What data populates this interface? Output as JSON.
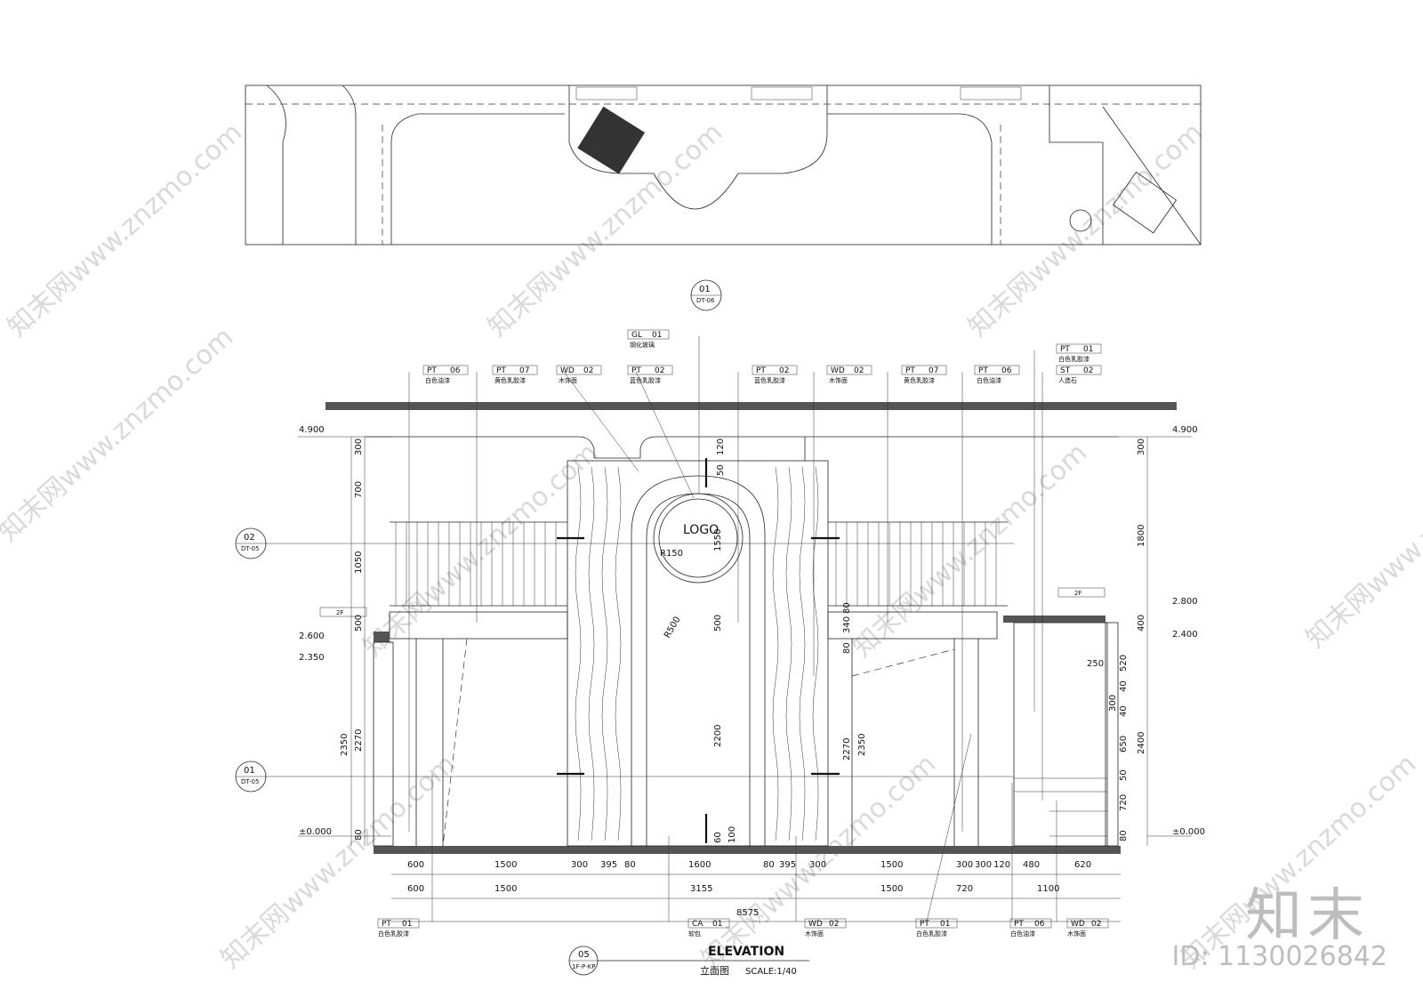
{
  "title_block": {
    "number": "05",
    "sheet": "1F-P-KP",
    "title": "ELEVATION",
    "subtitle": "立面图",
    "scale": "SCALE:1/40"
  },
  "section_marks": [
    {
      "num": "01",
      "ref": "DT-06"
    },
    {
      "num": "02",
      "ref": "DT-05"
    },
    {
      "num": "01",
      "ref": "DT-05"
    }
  ],
  "levels": {
    "left": [
      "4.900",
      "2.600",
      "2.350",
      "±0.000"
    ],
    "right": [
      "4.900",
      "2.800",
      "2.400",
      "±0.000"
    ]
  },
  "floor_tags": [
    "2F",
    "2F"
  ],
  "logo_text": "LOGO",
  "dims": {
    "left_vertical": [
      "300",
      "700",
      "1050",
      "500",
      "2350",
      "2270",
      "80"
    ],
    "right_vertical": [
      "300",
      "1800",
      "400",
      "520",
      "40",
      "40",
      "650",
      "50",
      "720",
      "80",
      "2400"
    ],
    "inner": [
      "120",
      "50",
      "R150",
      "1550",
      "R500",
      "500",
      "2200",
      "60",
      "100",
      "340",
      "80",
      "80",
      "2270",
      "2350",
      "250",
      "300"
    ],
    "row1": [
      "600",
      "1500",
      "300",
      "395",
      "80",
      "1600",
      "80",
      "395",
      "300",
      "1500",
      "300",
      "300",
      "120",
      "480",
      "620"
    ],
    "row2": [
      "600",
      "1500",
      "3155",
      "1500",
      "720",
      "1100"
    ],
    "total": "8575"
  },
  "top_tags": [
    {
      "code": "GL",
      "num": "01",
      "desc": "钢化玻璃"
    },
    {
      "code": "PT",
      "num": "06",
      "desc": "白色油漆"
    },
    {
      "code": "PT",
      "num": "07",
      "desc": "黄色乳胶漆"
    },
    {
      "code": "WD",
      "num": "02",
      "desc": "木饰面"
    },
    {
      "code": "PT",
      "num": "02",
      "desc": "蓝色乳胶漆"
    },
    {
      "code": "PT",
      "num": "02",
      "desc": "蓝色乳胶漆"
    },
    {
      "code": "WD",
      "num": "02",
      "desc": "木饰面"
    },
    {
      "code": "PT",
      "num": "07",
      "desc": "黄色乳胶漆"
    },
    {
      "code": "PT",
      "num": "06",
      "desc": "白色油漆"
    },
    {
      "code": "PT",
      "num": "01",
      "desc": "白色乳胶漆"
    },
    {
      "code": "ST",
      "num": "02",
      "desc": "人造石"
    }
  ],
  "bottom_tags": [
    {
      "code": "PT",
      "num": "01",
      "desc": "白色乳胶漆"
    },
    {
      "code": "CA",
      "num": "01",
      "desc": "软包"
    },
    {
      "code": "WD",
      "num": "02",
      "desc": "木饰面"
    },
    {
      "code": "PT",
      "num": "01",
      "desc": "白色乳胶漆"
    },
    {
      "code": "PT",
      "num": "06",
      "desc": "白色油漆"
    },
    {
      "code": "WD",
      "num": "02",
      "desc": "木饰面"
    }
  ],
  "watermark": "知末网www.znzmo.com",
  "brand": "知末",
  "drawing_id": "ID: 1130026842"
}
